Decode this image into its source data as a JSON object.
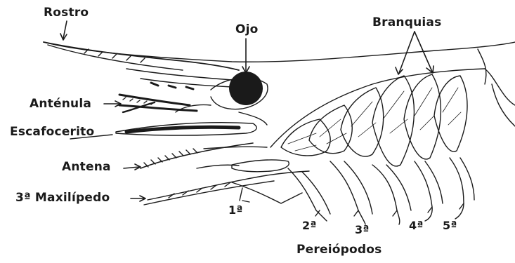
{
  "labels": {
    "rostro": "Rostro",
    "ojo": "Ojo",
    "branquias": "Branquias",
    "antenula": "Anténula",
    "escafocerito": "Escafocerito",
    "antena": "Antena",
    "maxilipedo": "3ª Maxilípedo",
    "pereiopodos": "Pereiópodos",
    "p1": "1ª",
    "p2": "2ª",
    "p3": "3ª",
    "p4": "4ª",
    "p5": "5ª"
  },
  "colors": {
    "ink": "#1a1a1a",
    "background": "#ffffff"
  }
}
